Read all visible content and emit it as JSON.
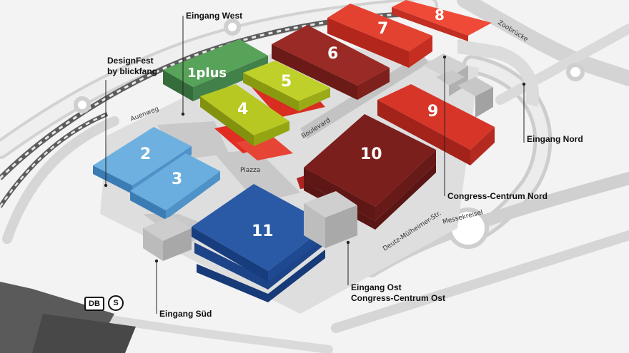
{
  "halls": {
    "h1plus": "1plus",
    "h2": "2",
    "h3": "3",
    "h4": "4",
    "h5": "5",
    "h6": "6",
    "h7": "7",
    "h8": "8",
    "h9": "9",
    "h10": "10",
    "h11": "11"
  },
  "labels": {
    "eingang_west": "Eingang West",
    "designfest_line1": "DesignFest",
    "designfest_line2": "by blickfang",
    "eingang_nord": "Eingang Nord",
    "congress_nord": "Congress-Centrum Nord",
    "eingang_ost_line1": "Eingang Ost",
    "eingang_ost_line2": "Congress-Centrum Ost",
    "eingang_sued": "Eingang Süd"
  },
  "streets": {
    "auenweg": "Auenweg",
    "boulevard": "Boulevard",
    "piazza": "Piazza",
    "zoobruecke": "Zoobrücke",
    "messekreisel": "Messekreisel",
    "deutz": "Deutz-Mülheimer-Str."
  },
  "transit": {
    "db": "DB",
    "sbahn": "S"
  },
  "colors": {
    "hall_blue": "#5ea8dc",
    "hall_navy": "#1e4a8e",
    "hall_green": "#4c9a4e",
    "hall_lime": "#b8c81c",
    "hall_red": "#e03a2e",
    "hall_darkred": "#8a1f1d",
    "building_gray": "#c8c8c8"
  }
}
